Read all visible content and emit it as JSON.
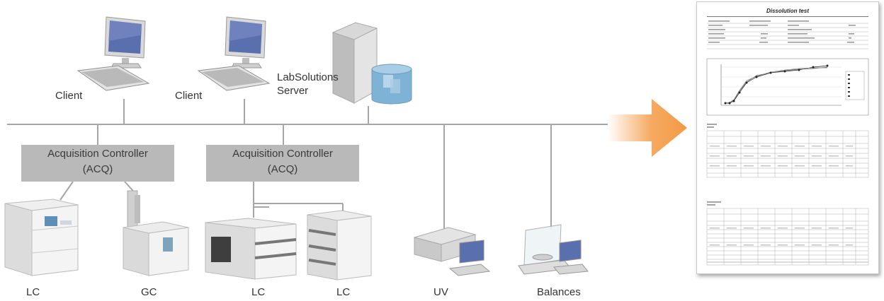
{
  "nodes": {
    "client1": "Client",
    "client2": "Client",
    "server_line1": "LabSolutions",
    "server_line2": "Server",
    "acq1_line1": "Acquisition Controller",
    "acq1_line2": "(ACQ)",
    "acq2_line1": "Acquisition Controller",
    "acq2_line2": "(ACQ)"
  },
  "instruments": {
    "lc1": "LC",
    "gc": "GC",
    "lc2": "LC",
    "lc3": "LC",
    "uv": "UV",
    "balances": "Balances"
  },
  "report": {
    "title": "Dissolution test"
  },
  "colors": {
    "network_line": "#a6a6a6",
    "acq_box": "#b9b9b9",
    "arrow": "#f4a04f",
    "monitor_screen": "#5a6fae"
  },
  "icons": {
    "arrow": "arrow-right-icon",
    "database": "database-icon"
  }
}
